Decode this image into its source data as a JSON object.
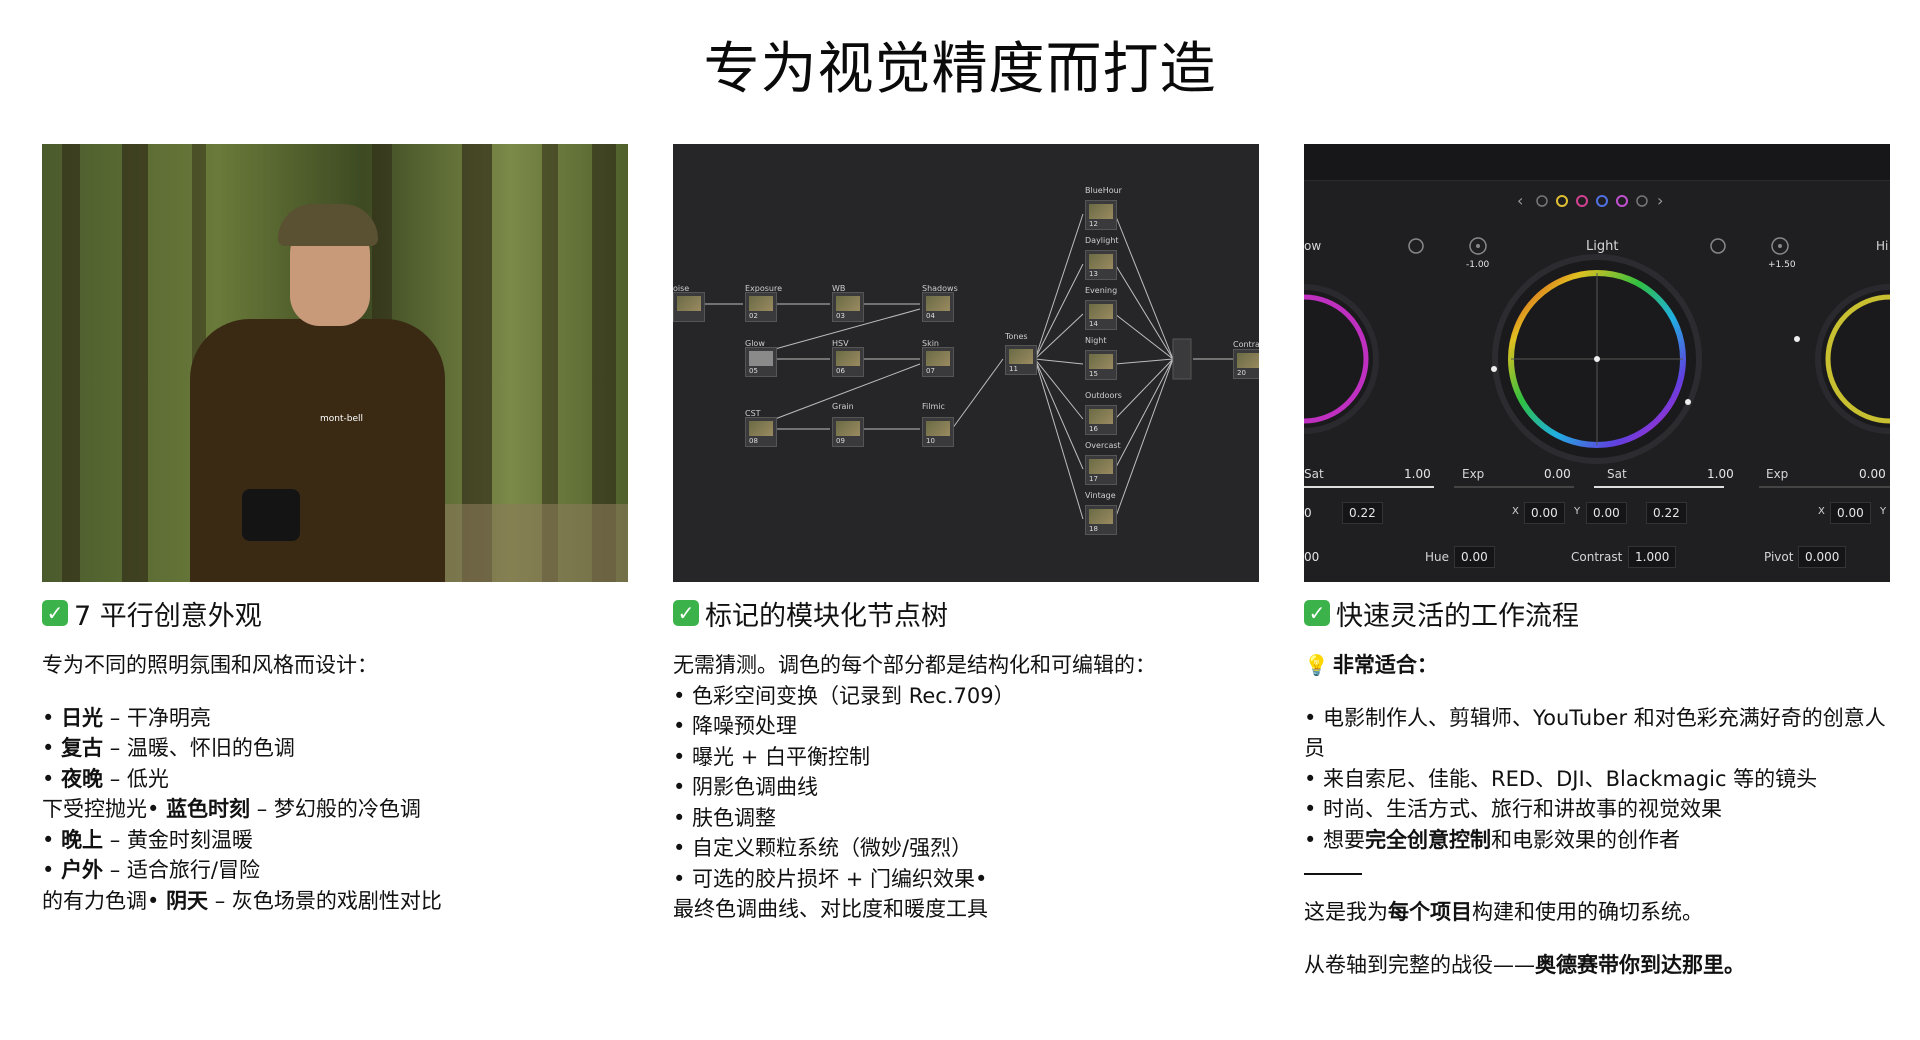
{
  "page": {
    "title": "专为视觉精度而打造"
  },
  "col1": {
    "heading": "7 平行创意外观",
    "intro": "专为不同的照明氛围和风格而设计：",
    "lines": [
      {
        "b": "日光",
        "t": " – 干净明亮"
      },
      {
        "b": "复古",
        "t": " – 温暖、怀旧的色调"
      },
      {
        "b": "夜晚",
        "t": " – 低光"
      },
      {
        "pre": "下受控抛光• ",
        "b": "蓝色时刻",
        "t": " – 梦幻般的冷色调"
      },
      {
        "b": "晚上",
        "t": " – 黄金时刻温暖"
      },
      {
        "b": "户外",
        "t": " – 适合旅行/冒险"
      },
      {
        "pre": "的有力色调• ",
        "b": "阴天",
        "t": " – 灰色场景的戏剧性对比"
      }
    ],
    "photo_logo": "mont-bell"
  },
  "col2": {
    "heading": "标记的模块化节点树",
    "intro": "无需猜测。调色的每个部分都是结构化和可编辑的：",
    "lines": [
      "• 色彩空间变换（记录到 Rec.709）",
      "• 降噪预处理",
      "• 曝光 + 白平衡控制",
      "• 阴影色调曲线",
      "• 肤色调整",
      "• 自定义颗粒系统（微妙/强烈）",
      "• 可选的胶片损坏 + 门编织效果•",
      " 最终色调曲线、对比度和暖度工具"
    ],
    "nodes": {
      "noise": "oise",
      "exposure": "Exposure",
      "exposure_num": "02",
      "wb": "WB",
      "wb_num": "03",
      "shadows": "Shadows",
      "shadows_num": "04",
      "glow": "Glow",
      "glow_num": "05",
      "hsv": "HSV",
      "hsv_num": "06",
      "skin": "Skin",
      "skin_num": "07",
      "cst": "CST",
      "cst_num": "08",
      "grain": "Grain",
      "grain_num": "09",
      "filmic": "Filmic",
      "filmic_num": "10",
      "tones": "Tones",
      "tones_num": "11",
      "bluehour": "BlueHour",
      "bluehour_num": "12",
      "daylight": "Daylight",
      "daylight_num": "13",
      "evening": "Evening",
      "evening_num": "14",
      "night": "Night",
      "night_num": "15",
      "outdoors": "Outdoors",
      "outdoors_num": "16",
      "overcast": "Overcast",
      "overcast_num": "17",
      "vintage": "Vintage",
      "vintage_num": "18",
      "contrast": "Contra",
      "contrast_num": "20"
    }
  },
  "col3": {
    "heading": "快速灵活的工作流程",
    "suit_label": "非常适合：",
    "lines": [
      {
        "t": "• 电影制作人、剪辑师、YouTuber 和对色彩充满好奇的创意人员"
      },
      {
        "t": "• 来自索尼、佳能、RED、DJI、Blackmagic 等的镜头"
      },
      {
        "t": "• 时尚、生活方式、旅行和讲故事的视觉效果"
      },
      {
        "pre": "• 想要",
        "b": "完全创意控制",
        "t": "和电影效果的创作者"
      }
    ],
    "closing1_pre": "这是我为",
    "closing1_b": "每个项目",
    "closing1_post": "构建和使用的确切系统。",
    "closing2_pre": "从卷轴到完整的战役——",
    "closing2_b": "奥德赛带你到达那里。",
    "wheels": {
      "left_label": "ow",
      "light_label": "Light",
      "right_label": "Hi",
      "left_dial_val": "-1.00",
      "right_dial_val": "+1.50",
      "sat1_label": "Sat",
      "sat1_val": "1.00",
      "exp1_label": "Exp",
      "exp1_val": "0.00",
      "sat2_label": "Sat",
      "sat2_val": "1.00",
      "exp2_label": "Exp",
      "exp2_val": "0.00",
      "r1_a": "0",
      "r1_b": "0.22",
      "x1_label": "X",
      "x1_val": "0.00",
      "y1_label": "Y",
      "y1_val": "0.00",
      "r1_c": "0.22",
      "x2_label": "X",
      "x2_val": "0.00",
      "y2_label": "Y",
      "hue_left": "00",
      "hue_label": "Hue",
      "hue_val": "0.00",
      "contrast_label": "Contrast",
      "contrast_val": "1.000",
      "pivot_label": "Pivot",
      "pivot_val": "0.000"
    }
  }
}
